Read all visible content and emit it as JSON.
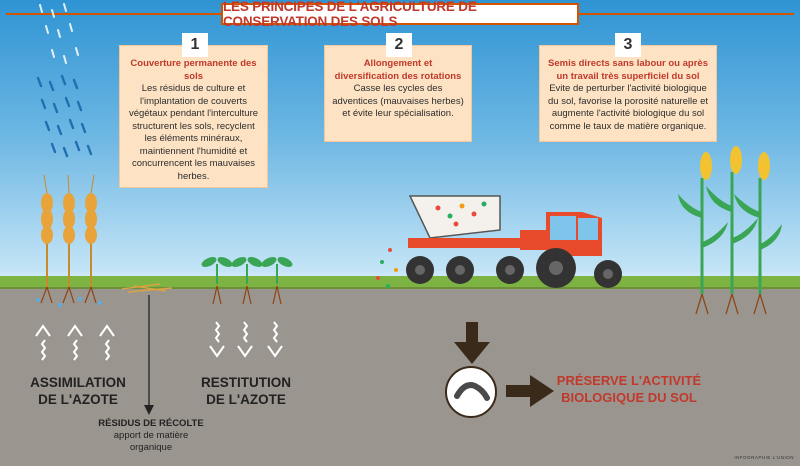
{
  "title": "LES PRINCIPES DE L'AGRICULTURE DE CONSERVATION DES SOLS",
  "principles": [
    {
      "number": "1",
      "heading": "Couverture permanente des sols",
      "text": "Les résidus de culture et l'implantation de couverts végétaux pendant l'interculture structurent les sols, recyclent les éléments minéraux, maintiennent l'humidité et concurrencent les mauvaises herbes."
    },
    {
      "number": "2",
      "heading": "Allongement et diversification des rotations",
      "text": "Casse les cycles des adventices (mauvaises herbes) et évite leur spécialisation."
    },
    {
      "number": "3",
      "heading": "Semis directs sans labour ou après un travail très superficiel du sol",
      "text": "Evite de perturber l'activité biologique du sol, favorise la porosité naturelle et augmente l'activité biologique du sol comme le taux de matière organique."
    }
  ],
  "labels": {
    "assimilation": "ASSIMILATION DE L'AZOTE",
    "restitution": "RESTITUTION DE L'AZOTE",
    "residus_title": "RÉSIDUS DE RÉCOLTE",
    "residus_text": "apport de matière organique",
    "preserve": "PRÉSERVE L'ACTIVITÉ BIOLOGIQUE DU SOL"
  },
  "credit": "INFOGRAPHIE L'UNION",
  "colors": {
    "accent": "#c0392b",
    "box": "#fde3c4",
    "tractor": "#e84b2c",
    "sky": "#2f94d3",
    "soil": "#9b9590"
  },
  "icons": [
    "rain-icon",
    "wheat-icon",
    "seedling-icon",
    "tractor-icon",
    "corn-icon",
    "worm-icon",
    "arrow-right-icon",
    "arrow-down-icon"
  ]
}
